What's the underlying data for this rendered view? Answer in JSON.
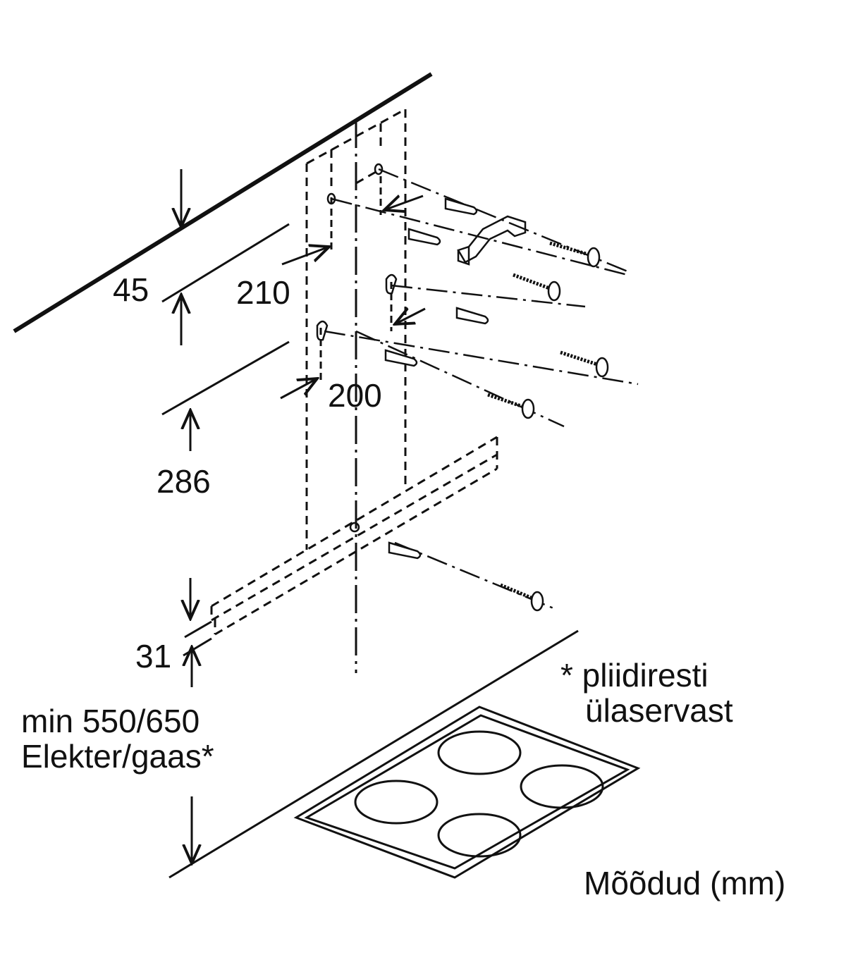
{
  "dimensions": {
    "top_offset": "45",
    "hole_spacing_upper": "210",
    "hole_spacing_lower": "200",
    "vertical_spacing": "286",
    "bottom_offset": "31",
    "min_height_line1": "min 550/650",
    "min_height_line2": "Elekter/gaas*"
  },
  "note": {
    "line1": "* pliidiresti",
    "line2": "ülaservast"
  },
  "units_label": "Mõõdud (mm)",
  "colors": {
    "line": "#111111"
  }
}
